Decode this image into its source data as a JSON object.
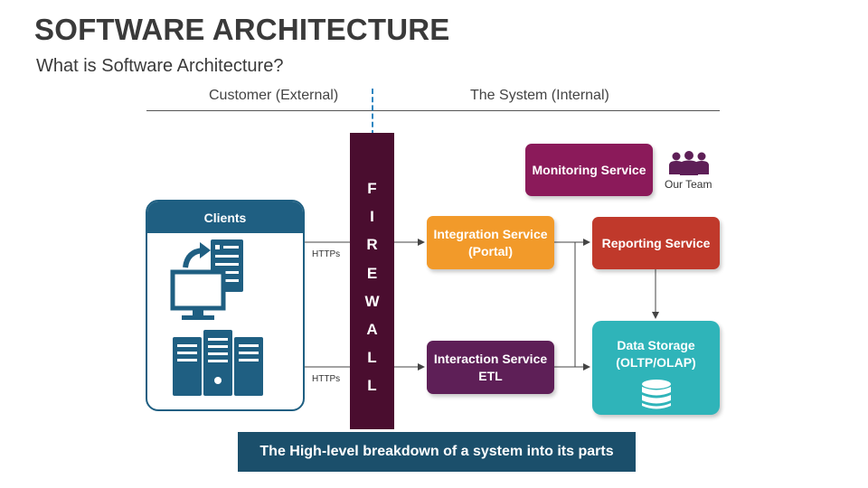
{
  "header": {
    "title": "SOFTWARE ARCHITECTURE",
    "subtitle": "What is Software Architecture?"
  },
  "zones": {
    "external": "Customer (External)",
    "internal": "The System (Internal)"
  },
  "firewall": {
    "letters": [
      "F",
      "I",
      "R",
      "E",
      "W",
      "A",
      "L",
      "L"
    ]
  },
  "clients": {
    "title": "Clients"
  },
  "connections": {
    "protocol_top": "HTTPs",
    "protocol_bottom": "HTTPs"
  },
  "services": {
    "monitoring": "Monitoring Service",
    "integration_line1": "Integration Service",
    "integration_line2": "(Portal)",
    "reporting": "Reporting Service",
    "interaction_line1": "Interaction Service",
    "interaction_line2": "ETL",
    "storage_line1": "Data Storage",
    "storage_line2": "(OLTP/OLAP)"
  },
  "team": {
    "label": "Our Team"
  },
  "banner": {
    "text": "The High-level breakdown of a system into its parts"
  },
  "colors": {
    "firewall": "#4a0d2f",
    "clients": "#1f5f82",
    "monitoring": "#8b1a5a",
    "integration": "#f29a2a",
    "reporting": "#c0392b",
    "interaction": "#5e1f57",
    "storage": "#2fb4b9",
    "banner": "#1b4f6b"
  }
}
